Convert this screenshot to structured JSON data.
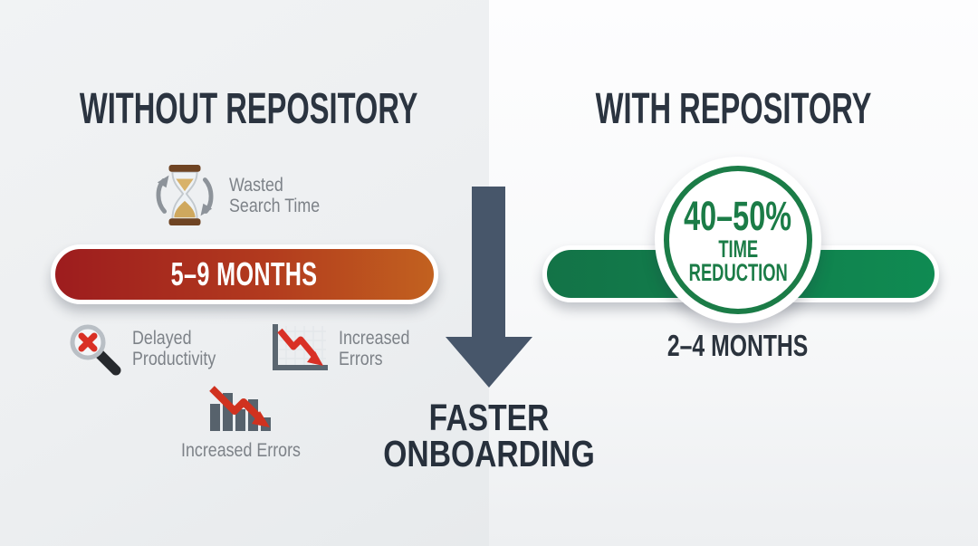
{
  "colors": {
    "title-color": "#2b3440",
    "muted-label": "#7d8288",
    "red-start": "#9d1c1e",
    "red-end": "#c2611f",
    "green-start": "#137347",
    "green-end": "#0f8b52",
    "badge-green": "#1b7c47",
    "arrow-slate": "#47566a",
    "error-red": "#d93025"
  },
  "left": {
    "title": "WITHOUT REPOSITORY",
    "wasted_time": {
      "icon": "hourglass-icon",
      "line1": "Wasted",
      "line2": "Search Time"
    },
    "duration_pill": "5–9 MONTHS",
    "issues": [
      {
        "icon": "magnifier-x-icon",
        "line1": "Delayed",
        "line2": "Productivity"
      },
      {
        "icon": "declining-chart-icon",
        "line1": "Increased",
        "line2": "Errors"
      }
    ],
    "bottom_issue": {
      "icon": "falling-bars-icon",
      "label": "Increased Errors"
    }
  },
  "center": {
    "arrow_icon": "down-arrow-icon",
    "caption_line1": "FASTER",
    "caption_line2": "ONBOARDING"
  },
  "right": {
    "title": "WITH REPOSITORY",
    "badge": {
      "value": "40–50%",
      "line1": "TIME",
      "line2": "REDUCTION"
    },
    "duration_label": "2–4 MONTHS"
  }
}
